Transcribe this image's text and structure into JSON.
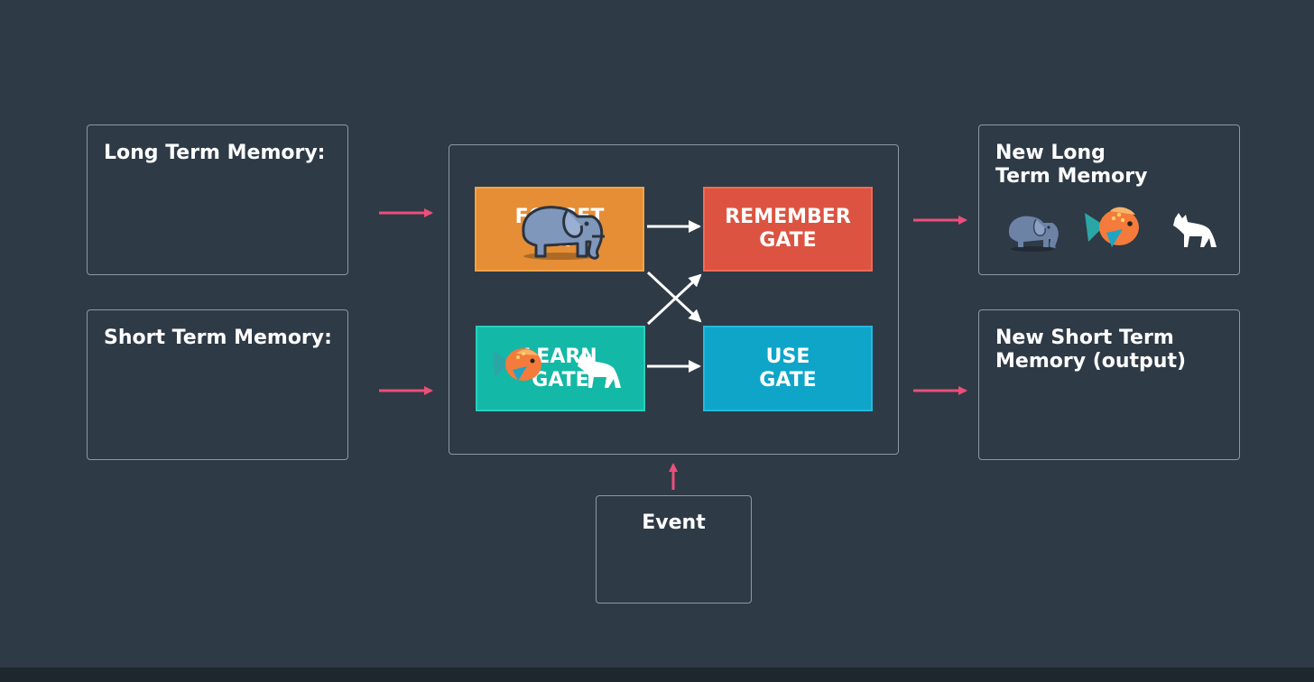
{
  "boxes": {
    "ltm_title": "Long Term Memory:",
    "stm_title": "Short Term Memory:",
    "new_ltm_title": "New Long\nTerm Memory",
    "new_stm_title": "New Short Term\nMemory (output)",
    "event_title": "Event"
  },
  "gates": {
    "forget": {
      "label": "FORGET\nGATE",
      "color": "#e68e35"
    },
    "learn": {
      "label": "LEARN\nGATE",
      "color": "#14b8a6"
    },
    "remember": {
      "label": "REMEMBER\nGATE",
      "color": "#dc5441"
    },
    "use": {
      "label": "USE\nGATE",
      "color": "#0ea5c9"
    }
  },
  "icons": [
    "elephant-icon",
    "fish-icon",
    "wolf-icon"
  ],
  "colors": {
    "background": "#2e3a46",
    "input_arrow": "#ec4f7a",
    "flow_arrow": "#ffffff",
    "border": "#8a99a8"
  }
}
